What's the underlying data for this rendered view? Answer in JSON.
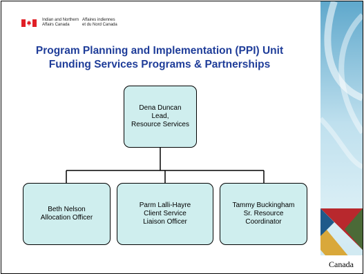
{
  "header": {
    "dept_en": [
      "Indian and Northern",
      "Affairs Canada"
    ],
    "dept_fr": [
      "Affaires indiennes",
      "et du Nord Canada"
    ],
    "flag_icon": "canada-flag-icon",
    "flag_color": "#e01f26"
  },
  "title": {
    "line1": "Program Planning and Implementation (PPI) Unit",
    "line2": "Funding Services Programs & Partnerships",
    "color": "#1f3d99"
  },
  "org_chart": {
    "lead": {
      "lines": [
        "Dena Duncan",
        "Lead,",
        "Resource Services"
      ]
    },
    "reports": [
      {
        "lines": [
          "Beth Nelson",
          "Allocation Officer"
        ]
      },
      {
        "lines": [
          "Parm Lalli-Hayre",
          "Client Service",
          "Liaison Officer"
        ]
      },
      {
        "lines": [
          "Tammy Buckingham",
          "Sr. Resource",
          "Coordinator"
        ]
      }
    ],
    "box_color": "#cfeeee"
  },
  "footer": {
    "wordmark": "Canada"
  }
}
